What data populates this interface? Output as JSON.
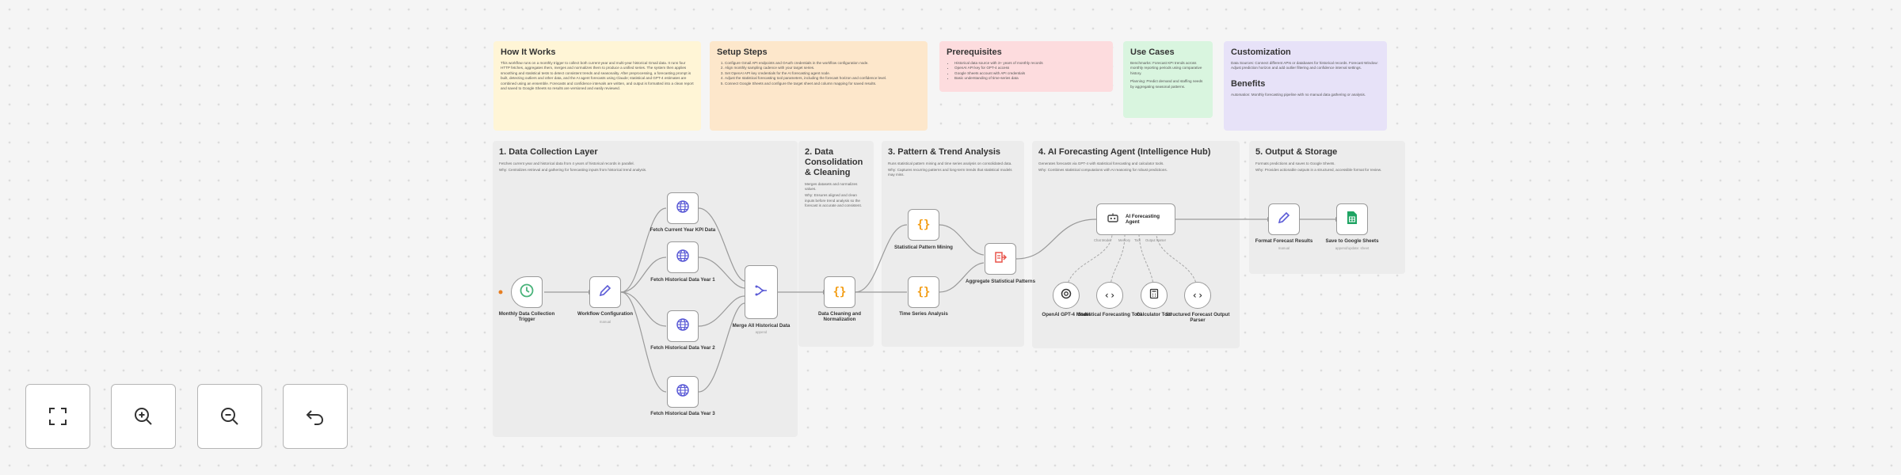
{
  "notes": {
    "how_it_works": {
      "title": "How It Works",
      "body": "This workflow runs on a monthly trigger to collect both current-year and multi-year historical Gmail data. It runs four HTTP fetches, aggregates them, merges and normalizes them to produce a unified series. The system then applies smoothing and statistical tests to detect consistent trends and seasonality. After preprocessing, a forecasting prompt is built, detecting outliers and other data, and the AI agent forecasts using Claude; statistical and GPT-4 estimates are combined using an ensemble. Forecasts and confidence intervals are written, and output is formatted into a clean report and saved to Google Sheets so results are versioned and easily reviewed."
    },
    "setup_steps": {
      "title": "Setup Steps",
      "items": [
        "Configure Gmail API endpoints and OAuth credentials in the workflow configuration node.",
        "Align monthly sampling cadence with your target series.",
        "Set OpenAI API key credentials for the AI forecasting agent node.",
        "Adjust the statistical forecasting tool parameters, including the forecast horizon and confidence level.",
        "Connect Google Sheets and configure the target sheet and column mapping for saved results."
      ]
    },
    "prerequisites": {
      "title": "Prerequisites",
      "items": [
        "Historical data source with 3+ years of monthly records",
        "OpenAI API key for GPT-4 access",
        "Google Sheets account with API credentials",
        "Basic understanding of time-series data"
      ]
    },
    "use_cases": {
      "title": "Use Cases",
      "items": [
        "Benchmarks: Forecast KPI trends across monthly reporting periods using comparative history.",
        "Planning: Predict demand and staffing needs by aggregating seasonal patterns."
      ]
    },
    "customization": {
      "title": "Customization",
      "body": "Data Sources: Connect different APIs or databases for historical records. Forecast Window: Adjust prediction horizon and add outlier filtering and confidence interval settings.",
      "benefits_title": "Benefits",
      "benefits_body": "Automation: Monthly forecasting pipeline with no manual data gathering or analysis."
    }
  },
  "sections": {
    "s1": {
      "title": "1. Data Collection Layer",
      "desc": "Fetches current year and historical data from 4 years of historical records in parallel.",
      "why": "Why: Centralizes retrieval and gathering for forecasting inputs from historical trend analysis."
    },
    "s2": {
      "title": "2. Data Consolidation & Cleaning",
      "desc": "Merges datasets and normalizes values.",
      "why": "Why: Ensures aligned and clean inputs before trend analysis so the forecast is accurate and consistent."
    },
    "s3": {
      "title": "3. Pattern & Trend Analysis",
      "desc": "Runs statistical pattern mining and time series analysis on consolidated data.",
      "why": "Why: Captures recurring patterns and long-term trends that statistical models may miss."
    },
    "s4": {
      "title": "4. AI Forecasting Agent (Intelligence Hub)",
      "desc": "Generates forecasts via GPT-4 with statistical forecasting and calculator tools.",
      "why": "Why: Combines statistical computations with AI reasoning for robust predictions."
    },
    "s5": {
      "title": "5. Output & Storage",
      "desc": "Formats predictions and saves to Google Sheets.",
      "why": "Why: Provides actionable outputs in a structured, accessible format for review."
    }
  },
  "nodes": {
    "trigger": "Monthly Data Collection Trigger",
    "config": "Workflow Configuration",
    "config_sub": "manual",
    "fetch_current": "Fetch Current Year KPI Data",
    "fetch_y1": "Fetch Historical Data Year 1",
    "fetch_y2": "Fetch Historical Data Year 2",
    "fetch_y3": "Fetch Historical Data Year 3",
    "merge": "Merge All Historical Data",
    "merge_sub": "append",
    "clean": "Data Cleaning and Normalization",
    "pattern": "Statistical Pattern Mining",
    "timeseries": "Time Series Analysis",
    "aggregate": "Aggregate Statistical Patterns",
    "agent": "AI Forecasting Agent",
    "openai": "OpenAI GPT-4 Model",
    "stat_tool": "Statistical Forecasting Tool",
    "calc_tool": "Calculator Tool",
    "parser": "Structured Forecast Output Parser",
    "format": "Format Forecast Results",
    "format_sub": "manual",
    "sheets": "Save to Google Sheets",
    "sheets_sub": "append/update: sheet"
  },
  "ports": {
    "chat_model": "Chat Model",
    "tool": "Tool",
    "output_parser": "Output Parser",
    "memory": "Memory"
  },
  "controls": {
    "fit": "fit-view-icon",
    "zoom_in": "zoom-in-icon",
    "zoom_out": "zoom-out-icon",
    "undo": "undo-icon"
  },
  "colors": {
    "canvas": "#f5f5f5",
    "http_icon": "#5b5bd6",
    "edit_icon": "#5b5bd6",
    "trigger_icon": "#49b37a",
    "code_icon": "#f39c12",
    "aggregate_icon": "#e8534a",
    "sheets_icon": "#1fa463"
  }
}
